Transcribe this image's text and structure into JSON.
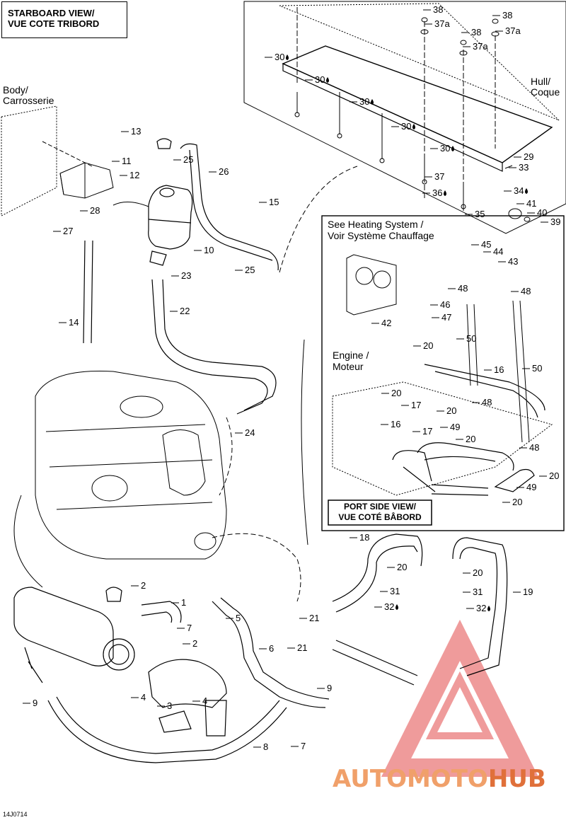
{
  "diagram": {
    "code": "14J0714",
    "starboard_title": [
      "STARBOARD VIEW/",
      "VUE COTE TRIBORD"
    ],
    "port_title": [
      "PORT SIDE VIEW/",
      "VUE COTÉ BÂBORD"
    ],
    "body_label": [
      "Body/",
      "Carrosserie"
    ],
    "hull_label": [
      "Hull/",
      "Coque"
    ],
    "heating_label": [
      "See Heating System /",
      "Voir Système Chauffage"
    ],
    "engine_label": [
      "Engine /",
      "Moteur"
    ],
    "watermark": {
      "prefix": "AUTOMOTO",
      "suffix": "HUB",
      "color_main": "#f0a06a",
      "color_suffix": "#e0703a",
      "logo_color": "#e24a4a"
    },
    "callouts": [
      {
        "id": "38a",
        "text": "38"
      },
      {
        "id": "37a-a",
        "text": "37a"
      },
      {
        "id": "38b",
        "text": "38"
      },
      {
        "id": "37a-b",
        "text": "37a"
      },
      {
        "id": "38c",
        "text": "38"
      },
      {
        "id": "37a-c",
        "text": "37a"
      },
      {
        "id": "38d",
        "text": "38"
      },
      {
        "id": "37a-d",
        "text": "37a"
      },
      {
        "id": "30a",
        "text": "30"
      },
      {
        "id": "30b",
        "text": "30"
      },
      {
        "id": "30c",
        "text": "30"
      },
      {
        "id": "30d",
        "text": "30"
      },
      {
        "id": "30e",
        "text": "30"
      },
      {
        "id": "29",
        "text": "29"
      },
      {
        "id": "33",
        "text": "33"
      },
      {
        "id": "37",
        "text": "37"
      },
      {
        "id": "34",
        "text": "34"
      },
      {
        "id": "36",
        "text": "36"
      },
      {
        "id": "35",
        "text": "35"
      },
      {
        "id": "41",
        "text": "41"
      },
      {
        "id": "40",
        "text": "40"
      },
      {
        "id": "39",
        "text": "39"
      },
      {
        "id": "13",
        "text": "13"
      },
      {
        "id": "25a",
        "text": "25"
      },
      {
        "id": "26",
        "text": "26"
      },
      {
        "id": "11",
        "text": "11"
      },
      {
        "id": "12",
        "text": "12"
      },
      {
        "id": "15",
        "text": "15"
      },
      {
        "id": "28",
        "text": "28"
      },
      {
        "id": "27",
        "text": "27"
      },
      {
        "id": "10",
        "text": "10"
      },
      {
        "id": "23",
        "text": "23"
      },
      {
        "id": "25b",
        "text": "25"
      },
      {
        "id": "22",
        "text": "22"
      },
      {
        "id": "14",
        "text": "14"
      },
      {
        "id": "24",
        "text": "24"
      },
      {
        "id": "45",
        "text": "45"
      },
      {
        "id": "44",
        "text": "44"
      },
      {
        "id": "43",
        "text": "43"
      },
      {
        "id": "48a",
        "text": "48"
      },
      {
        "id": "48b",
        "text": "48"
      },
      {
        "id": "46",
        "text": "46"
      },
      {
        "id": "47",
        "text": "47"
      },
      {
        "id": "42",
        "text": "42"
      },
      {
        "id": "50a",
        "text": "50"
      },
      {
        "id": "20a",
        "text": "20"
      },
      {
        "id": "16a",
        "text": "16"
      },
      {
        "id": "50b",
        "text": "50"
      },
      {
        "id": "20b",
        "text": "20"
      },
      {
        "id": "17a",
        "text": "17"
      },
      {
        "id": "48c",
        "text": "48"
      },
      {
        "id": "20c",
        "text": "20"
      },
      {
        "id": "49a",
        "text": "49"
      },
      {
        "id": "20d",
        "text": "20"
      },
      {
        "id": "16b",
        "text": "16"
      },
      {
        "id": "17b",
        "text": "17"
      },
      {
        "id": "48d",
        "text": "48"
      },
      {
        "id": "20e",
        "text": "20"
      },
      {
        "id": "49b",
        "text": "49"
      },
      {
        "id": "20f",
        "text": "20"
      },
      {
        "id": "18",
        "text": "18"
      },
      {
        "id": "20g",
        "text": "20"
      },
      {
        "id": "20h",
        "text": "20"
      },
      {
        "id": "31a",
        "text": "31"
      },
      {
        "id": "31b",
        "text": "31"
      },
      {
        "id": "19",
        "text": "19"
      },
      {
        "id": "32a",
        "text": "32"
      },
      {
        "id": "32b",
        "text": "32"
      },
      {
        "id": "21a",
        "text": "21"
      },
      {
        "id": "21b",
        "text": "21"
      },
      {
        "id": "2a",
        "text": "2"
      },
      {
        "id": "1",
        "text": "1"
      },
      {
        "id": "7a",
        "text": "7"
      },
      {
        "id": "5",
        "text": "5"
      },
      {
        "id": "2b",
        "text": "2"
      },
      {
        "id": "6",
        "text": "6"
      },
      {
        "id": "9a",
        "text": "9"
      },
      {
        "id": "9b",
        "text": "9"
      },
      {
        "id": "4a",
        "text": "4"
      },
      {
        "id": "3",
        "text": "3"
      },
      {
        "id": "4b",
        "text": "4"
      },
      {
        "id": "7b",
        "text": "7"
      },
      {
        "id": "8",
        "text": "8"
      }
    ]
  }
}
